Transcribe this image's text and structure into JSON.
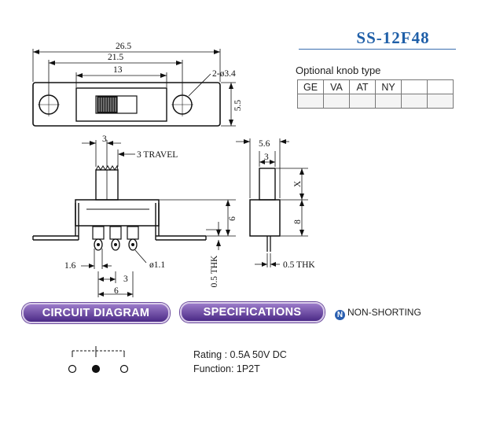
{
  "model": "SS-12F48",
  "knob": {
    "label": "Optional knob type",
    "types": [
      "GE",
      "VA",
      "AT",
      "NY",
      "",
      ""
    ]
  },
  "dims": {
    "overall_length": "26.5",
    "hole_pitch": "21.5",
    "slot_length": "13",
    "holes": "2-ø3.4",
    "height": "5.5",
    "actuator_width": "3",
    "travel": "3 TRAVEL",
    "body_height": "6",
    "pin_width": "1.6",
    "pin_hole": "ø1.1",
    "pin_pitch": "3",
    "pin_span": "6",
    "thk_side": "0.5 THK",
    "side_width": "5.6",
    "side_actuator": "3",
    "side_x": "X",
    "side_body": "8",
    "thk_front": "0.5 THK"
  },
  "sections": {
    "circuit": "CIRCUIT DIAGRAM",
    "specifications": "SPECIFICATIONS",
    "non_shorting": "NON-SHORTING",
    "badge": "N"
  },
  "specs": {
    "rating": "Rating : 0.5A 50V DC",
    "function": "Function: 1P2T"
  },
  "circuit_poles": [
    0,
    1,
    0
  ]
}
